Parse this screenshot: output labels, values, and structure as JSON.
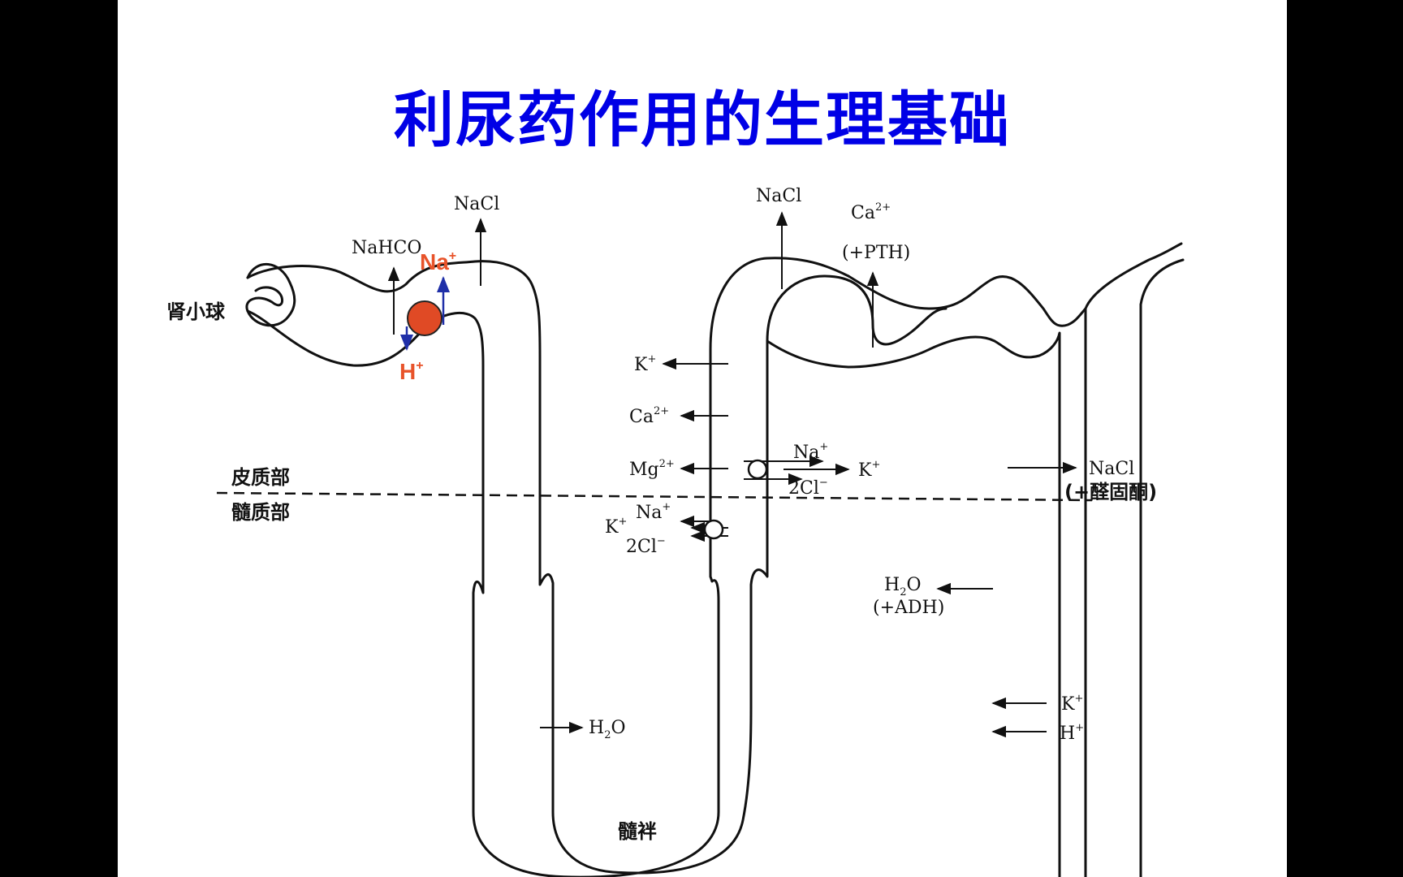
{
  "title": "利尿药作用的生理基础",
  "colors": {
    "title": "#0000e6",
    "accent": "#e8532a",
    "arrow_blue": "#1f2fa8",
    "ink": "#111111"
  },
  "regions": {
    "cortex": "皮质部",
    "medulla": "髓质部"
  },
  "structures": {
    "glomerulus": "肾小球",
    "loop": "髓袢"
  },
  "proximal": {
    "nahco": "NaHCO",
    "nacl": "NaCl",
    "na": "Na",
    "na_sup": "+",
    "h": "H",
    "h_sup": "+"
  },
  "descending": {
    "h2o_h": "H",
    "h2o_sub": "2",
    "h2o_o": "O"
  },
  "thick_ascending": {
    "k": "K",
    "k_sup": "+",
    "ca": "Ca",
    "ca_sup": "2+",
    "mg": "Mg",
    "mg_sup": "2+",
    "cortical_na": "Na",
    "cortical_na_sup": "+",
    "cortical_k": "K",
    "cortical_k_sup": "+",
    "cortical_2cl": "2Cl",
    "cortical_2cl_sup": "−",
    "medullary_k": "K",
    "medullary_k_sup": "+",
    "medullary_na": "Na",
    "medullary_na_sup": "+",
    "medullary_2cl": "2Cl",
    "medullary_2cl_sup": "−"
  },
  "distal": {
    "nacl": "NaCl",
    "ca": "Ca",
    "ca_sup": "2+",
    "pth": "(+PTH)"
  },
  "collecting": {
    "nacl": "NaCl",
    "aldosterone": "(+醛固酮)",
    "h2o_h": "H",
    "h2o_sub": "2",
    "h2o_o": "O",
    "adh": "(+ADH)",
    "k": "K",
    "k_sup": "+",
    "h": "H",
    "h_sup": "+"
  }
}
